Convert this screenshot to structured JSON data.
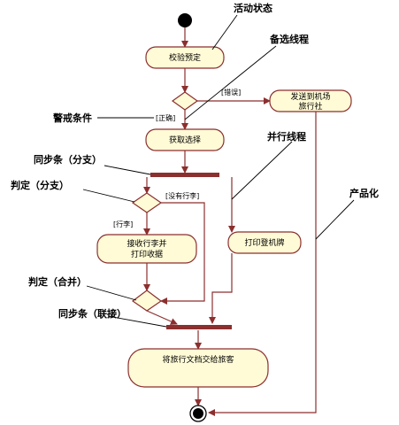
{
  "colors": {
    "node_fill": "#fffbd6",
    "node_stroke": "#8c2f2f",
    "flow": "#8c2f2f",
    "bar": "#8c2f2f",
    "line": "#000000"
  },
  "nodes": {
    "validate": "校验预定",
    "get_tickets": "获取选择",
    "send_agency_line1": "发送到机场",
    "send_agency_line2": "旅行社",
    "checkin_line1": "接收行李并",
    "checkin_line2": "打印收据",
    "print_boarding": "打印登机牌",
    "give_docs": "将旅行文档交给旅客"
  },
  "guards": {
    "error": "[错误]",
    "correct": "[正确]",
    "no_luggage": "[没有行李]",
    "luggage": "[行李]"
  },
  "annotations": {
    "activity_state": "活动状态",
    "alternate_thread": "备选线程",
    "guard_condition": "警戒条件",
    "concurrent_thread": "并行线程",
    "sync_bar_split": "同步条（分支）",
    "decision_split": "判定（分支）",
    "productize": "产品化",
    "decision_merge": "判定（合并）",
    "sync_bar_join": "同步条（联接）"
  }
}
